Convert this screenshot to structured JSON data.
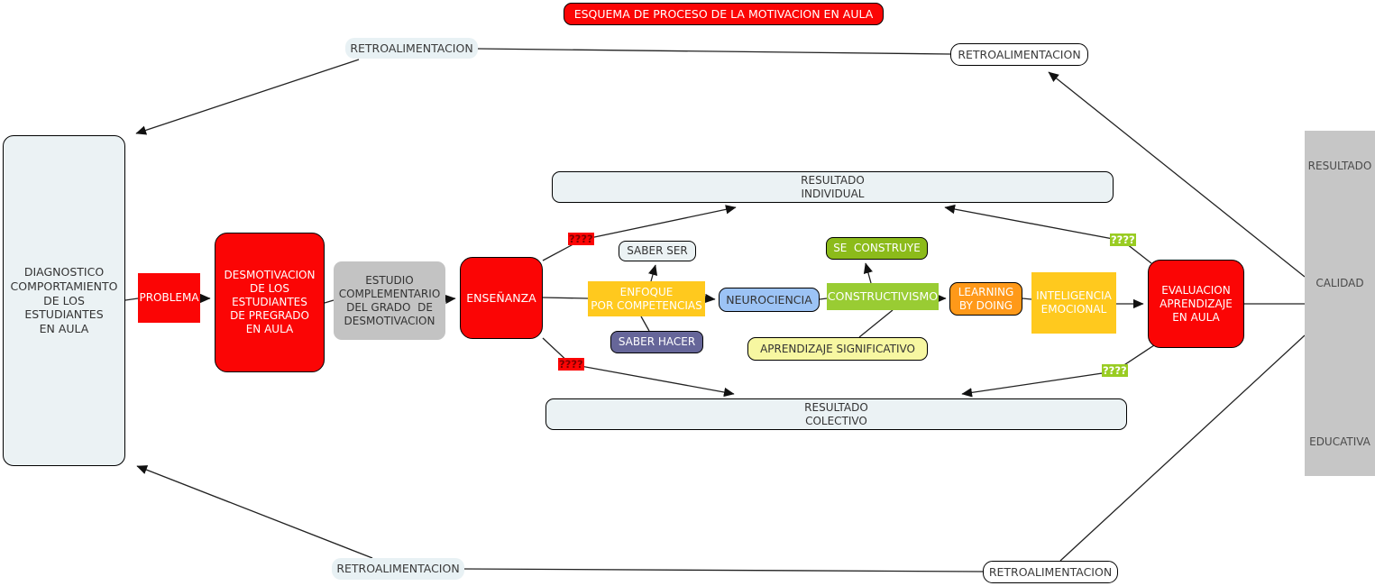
{
  "title": {
    "label": "ESQUEMA DE PROCESO DE LA MOTIVACION EN AULA",
    "color": "#FB0505"
  },
  "feedback": {
    "top_left": "RETROALIMENTACION",
    "top_right": "RETROALIMENTACION",
    "bottom_left": "RETROALIMENTACION",
    "bottom_right": "RETROALIMENTACION"
  },
  "nodes": {
    "diagnostico": {
      "label": "DIAGNOSTICO\nCOMPORTAMIENTO\nDE LOS\nESTUDIANTES\nEN AULA",
      "color": "#EBF2F4"
    },
    "problema": {
      "label": "PROBLEMA",
      "color": "#FB0505"
    },
    "desmotivacion": {
      "label": "DESMOTIVACION\nDE LOS\nESTUDIANTES\nDE PREGRADO\nEN AULA",
      "color": "#FB0505"
    },
    "estudio": {
      "label": "ESTUDIO\nCOMPLEMENTARIO\nDEL GRADO  DE\nDESMOTIVACION",
      "color": "#C3C3C3"
    },
    "ensenanza": {
      "label": "ENSEÑANZA",
      "color": "#FB0505"
    },
    "saber_ser": {
      "label": "SABER SER",
      "color": "#EBF2F4"
    },
    "enfoque_competencias": {
      "label": "ENFOQUE\nPOR COMPETENCIAS",
      "color": "#FFC91E"
    },
    "saber_hacer": {
      "label": "SABER HACER",
      "color": "#666699"
    },
    "neurociencia": {
      "label": "NEUROCIENCIA",
      "color": "#9CC3F5"
    },
    "se_construye": {
      "label": "SE  CONSTRUYE",
      "color": "#8CBB1A"
    },
    "constructivismo": {
      "label": "CONSTRUCTIVISMO",
      "color": "#99CC33"
    },
    "aprendizaje_significativo": {
      "label": "APRENDIZAJE SIGNIFICATIVO",
      "color": "#F7F7A1"
    },
    "learning_by_doing": {
      "label": "LEARNING\nBY DOING",
      "color": "#FF9919"
    },
    "inteligencia_emocional": {
      "label": "INTELIGENCIA\nEMOCIONAL",
      "color": "#FFC91E"
    },
    "evaluacion": {
      "label": "EVALUACION\nAPRENDIZAJE\nEN AULA",
      "color": "#FB0505"
    },
    "resultado_individual": {
      "label": "RESULTADO\nINDIVIDUAL",
      "color": "#EBF2F4"
    },
    "resultado_colectivo": {
      "label": "RESULTADO\nCOLECTIVO",
      "color": "#EBF2F4"
    }
  },
  "side_panel": {
    "top": "RESULTADO",
    "middle": "CALIDAD",
    "bottom": "EDUCATIVA",
    "color": "#C6C6C6"
  },
  "unknown_tags": {
    "red": "????",
    "green": "????"
  }
}
